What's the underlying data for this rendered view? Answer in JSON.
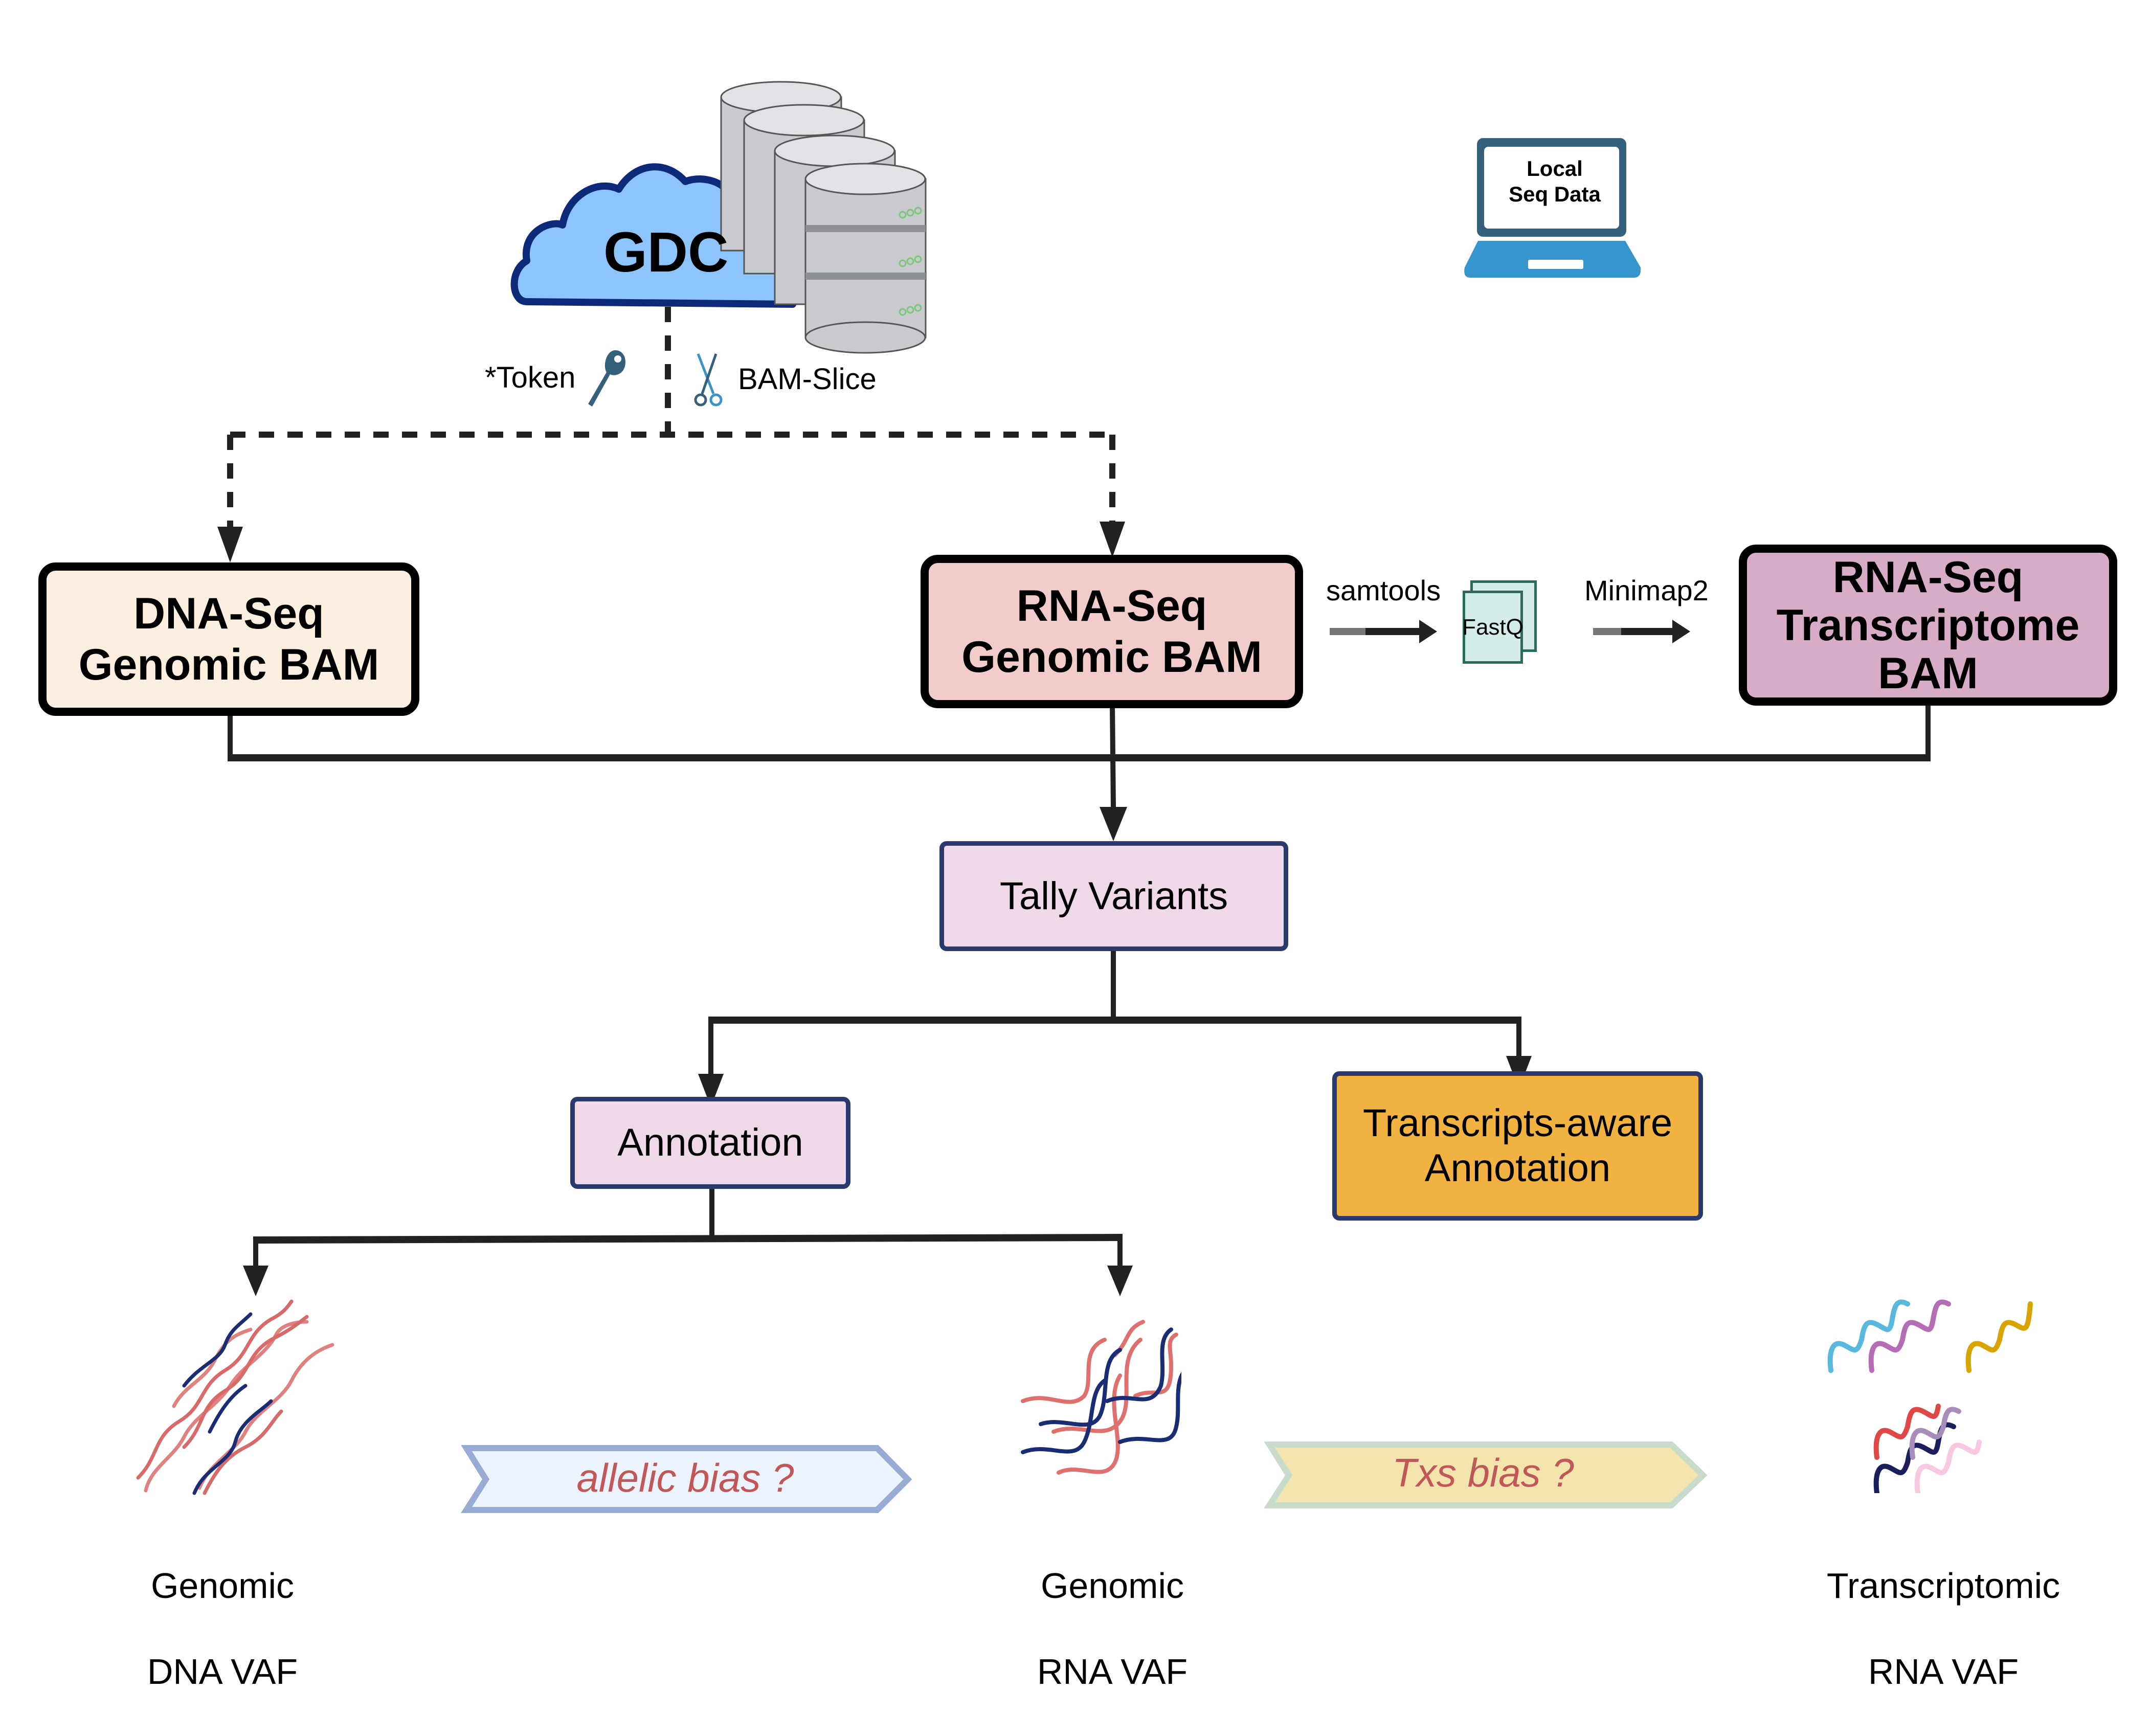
{
  "source": {
    "cloud_label": "GDC",
    "token_label": "*Token",
    "slice_label": "BAM-Slice",
    "local_label_line1": "Local",
    "local_label_line2": "Seq Data"
  },
  "bam_boxes": {
    "dna": {
      "line1": "DNA-Seq",
      "line2": "Genomic BAM",
      "fill": "#fcefe0"
    },
    "rna_genomic": {
      "line1": "RNA-Seq",
      "line2": "Genomic BAM",
      "fill": "#f2cccb"
    },
    "rna_transcriptome": {
      "line1": "RNA-Seq",
      "line2": "Transcriptome",
      "line3": "BAM",
      "fill": "#d8abc6"
    }
  },
  "conversion": {
    "samtools_label": "samtools",
    "fastq_label": "FastQ",
    "minimap_label": "Minimap2"
  },
  "steps": {
    "tally": "Tally Variants",
    "annotation": "Annotation",
    "tx_annotation_line1": "Transcripts-aware",
    "tx_annotation_line2": "Annotation"
  },
  "outputs": {
    "dna_vaf_line1": "Genomic",
    "dna_vaf_line2": "DNA VAF",
    "rna_vaf_line1": "Genomic",
    "rna_vaf_line2": "RNA VAF",
    "tx_vaf_line1": "Transcriptomic",
    "tx_vaf_line2": "RNA VAF"
  },
  "bias": {
    "allelic": "allelic bias ?",
    "txs": "Txs bias ?"
  },
  "colors": {
    "cloud_fill": "#8cc4fb",
    "cloud_stroke": "#0d2a7a",
    "step_fill": "#efd8e8",
    "step_stroke": "#2b3a6e",
    "tx_annotation_fill": "#f1b242",
    "bias_text": "#c0585a",
    "fastq_fill": "#d2ece8",
    "fastq_stroke": "#2a6b5e"
  }
}
